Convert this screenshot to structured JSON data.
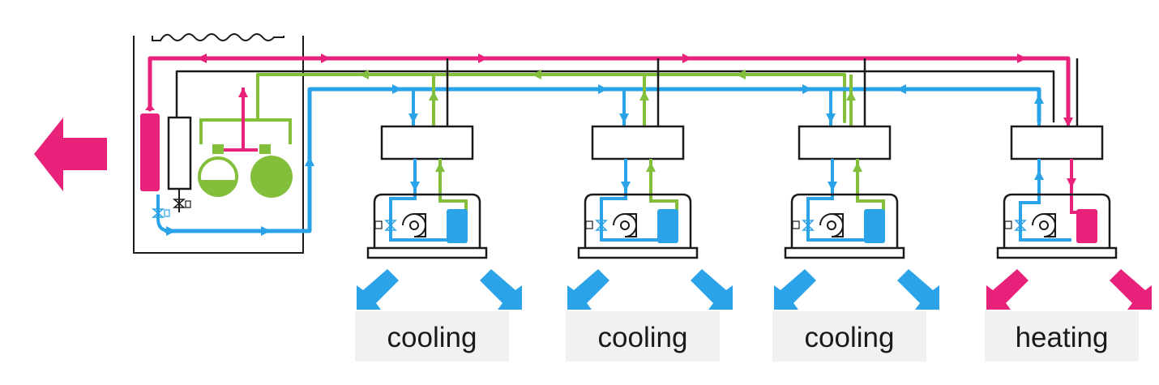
{
  "colors": {
    "hot_gas": "#e8227a",
    "liquid": "#2ba3e8",
    "suction": "#84bf3c",
    "outline": "#1a1a1a",
    "label_bg": "#f1f1f1"
  },
  "units": [
    {
      "mode": "cooling",
      "label": "cooling"
    },
    {
      "mode": "cooling",
      "label": "cooling"
    },
    {
      "mode": "cooling",
      "label": "cooling"
    },
    {
      "mode": "heating",
      "label": "heating"
    }
  ]
}
